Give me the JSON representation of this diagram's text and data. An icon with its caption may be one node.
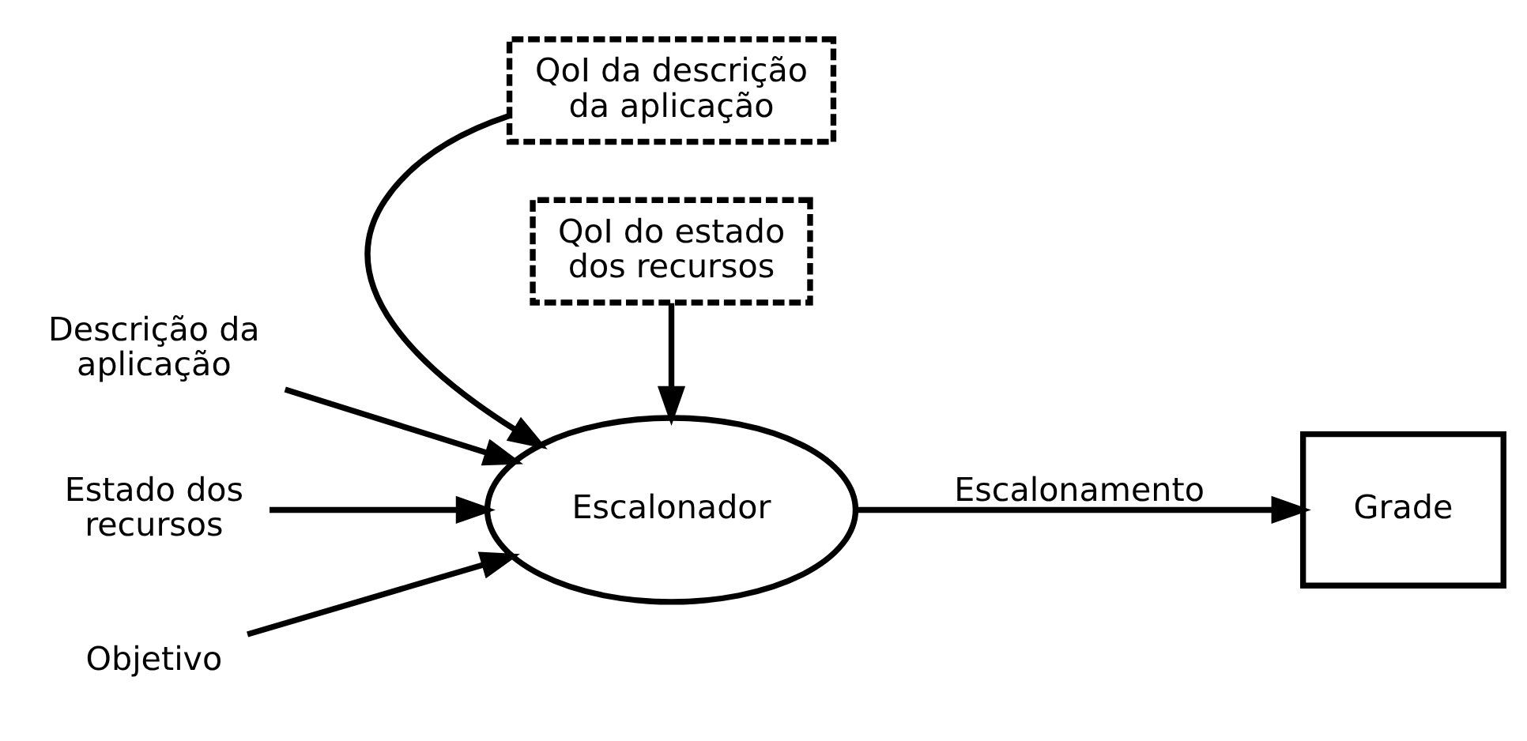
{
  "diagram": {
    "nodes": [
      {
        "text": [
          "QoI da descrição da aplicação"
        ]
      },
      {
        "text": [
          "Descrição da aplicação"
        ]
      },
      {
        "text": [
          "Estado dos recursos"
        ]
      },
      {
        "text": [
          "Objetivo"
        ]
      },
      {
        "text": [
          "Escalonador"
        ]
      },
      {
        "text": [
          "Grade"
        ]
      },
      {
        "text": [
          "QoI do estado dos recursos"
        ]
      }
    ],
    "edges": [
      {
        "from": 0,
        "to": 4,
        "arrow": "to"
      },
      {
        "from": 1,
        "to": 4,
        "arrow": "to"
      },
      {
        "from": 2,
        "to": 4,
        "arrow": "to"
      },
      {
        "from": 3,
        "to": 4,
        "arrow": "to"
      },
      {
        "from": 4,
        "to": 5,
        "arrow": "to",
        "label": "Escalonamento"
      },
      {
        "from": 6,
        "to": 4,
        "arrow": "to"
      }
    ]
  }
}
